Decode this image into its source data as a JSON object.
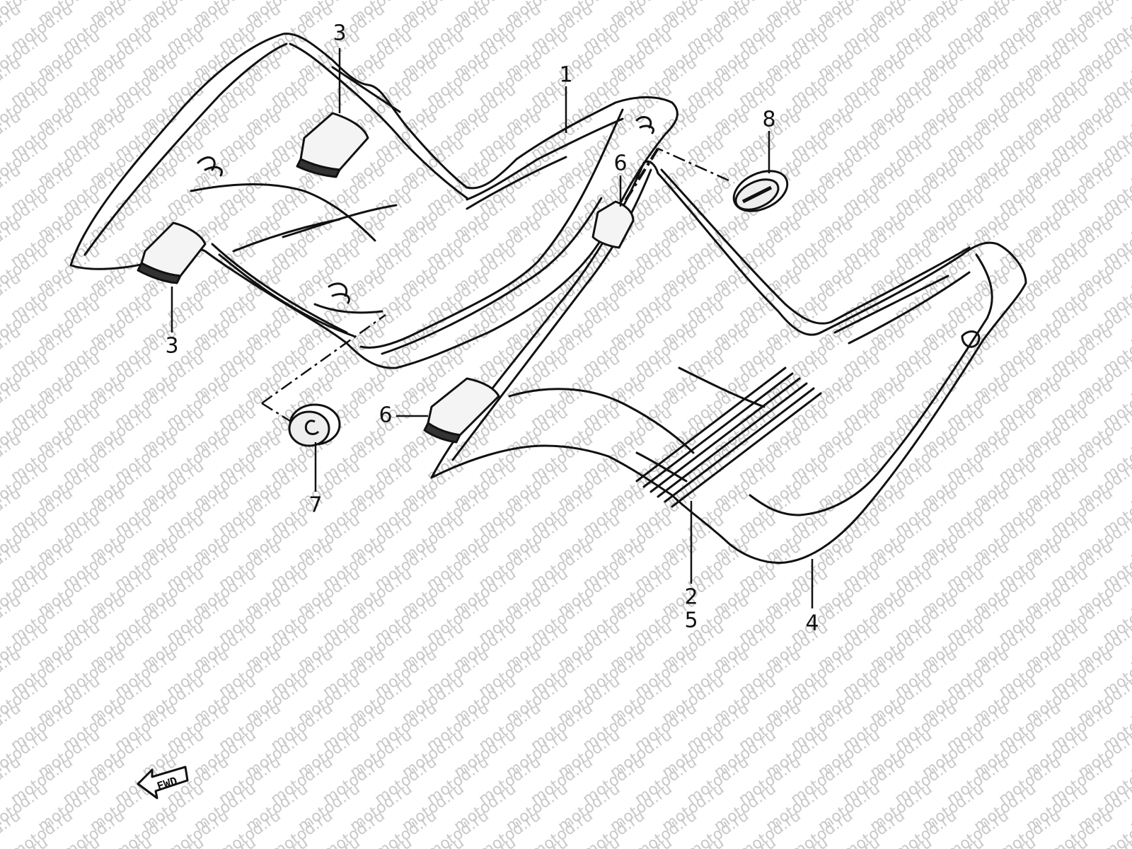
{
  "watermark": {
    "text": "motod.ru",
    "color": "#c8c8c8"
  },
  "callouts": [
    {
      "id": "c1",
      "text": "1"
    },
    {
      "id": "c2",
      "text": "2"
    },
    {
      "id": "c3a",
      "text": "3"
    },
    {
      "id": "c3b",
      "text": "3"
    },
    {
      "id": "c4",
      "text": "4"
    },
    {
      "id": "c5",
      "text": "5"
    },
    {
      "id": "c6a",
      "text": "6"
    },
    {
      "id": "c6b",
      "text": "6"
    },
    {
      "id": "c7",
      "text": "7"
    },
    {
      "id": "c8",
      "text": "8"
    }
  ],
  "direction_badge": {
    "text": "FWD",
    "icon": "forward-arrow-icon"
  }
}
